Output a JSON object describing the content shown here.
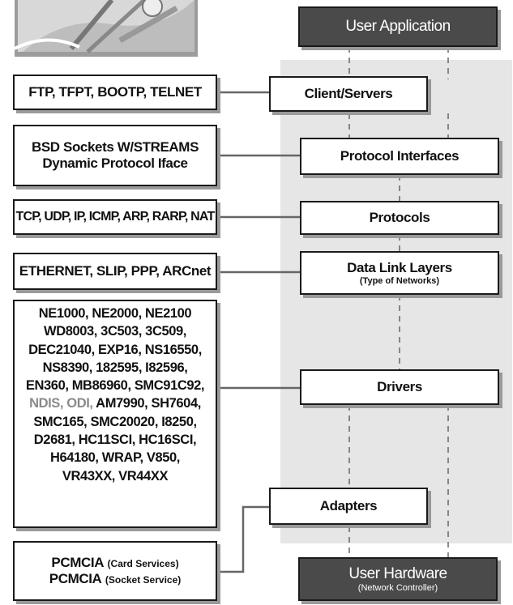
{
  "stack": {
    "top": {
      "label": "User Application"
    },
    "client_servers": {
      "label": "Client/Servers"
    },
    "protocol_interfaces": {
      "label": "Protocol Interfaces"
    },
    "protocols": {
      "label": "Protocols"
    },
    "data_link": {
      "label": "Data Link Layers",
      "sublabel": "(Type of Networks)"
    },
    "drivers": {
      "label": "Drivers"
    },
    "adapters": {
      "label": "Adapters"
    },
    "bottom": {
      "label": "User Hardware",
      "sublabel": "(Network Controller)"
    }
  },
  "left": {
    "apps": {
      "label": "FTP, TFPT, BOOTP, TELNET"
    },
    "sockets": {
      "line1": "BSD Sockets W/STREAMS",
      "line2": "Dynamic Protocol Iface"
    },
    "protocols": {
      "label": "TCP, UDP, IP, ICMP, ARP, RARP, NAT"
    },
    "networks": {
      "label": "ETHERNET, SLIP, PPP, ARCnet"
    },
    "drivers": {
      "lines": [
        "NE1000, NE2000, NE2100",
        "WD8003, 3C503, 3C509,",
        "DEC21040, EXP16, NS16550,",
        "NS8390, 182595, I82596,",
        "EN360, MB86960, SMC91C92,",
        "AM7990, SH7604,",
        "SMC165, SMC20020, I8250,",
        "D2681, HC11SCI, HC16SCI,",
        "H64180, WRAP, V850,",
        "VR43XX, VR44XX"
      ],
      "gray_prefix": "NDIS, ODI,"
    },
    "pcmcia": {
      "line1_main": "PCMCIA",
      "line1_sub": "(Card Services)",
      "line2_main": "PCMCIA",
      "line2_sub": "(Socket Service)"
    }
  },
  "colors": {
    "dark_box": "#4a4a4a",
    "panel": "#e6e6e6"
  }
}
